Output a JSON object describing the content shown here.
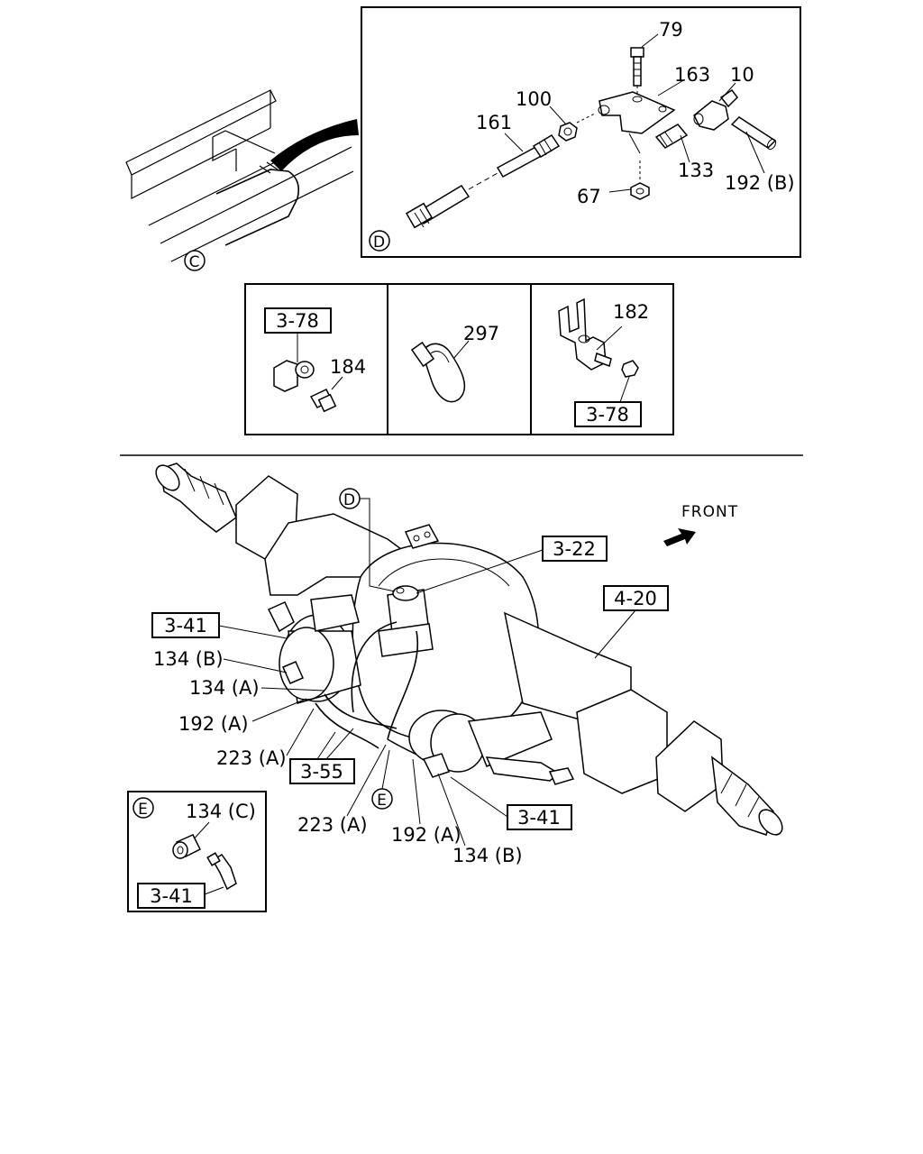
{
  "top_detail": {
    "labels": {
      "p79": "79",
      "p163": "163",
      "p10": "10",
      "p100": "100",
      "p161": "161",
      "p133": "133",
      "p192b": "192 (B)",
      "p67": "67",
      "marker_d": "D"
    }
  },
  "frame_inset": {
    "marker_c": "C"
  },
  "clip_strip": {
    "panel1": {
      "ref": "3-78",
      "part": "184"
    },
    "panel2": {
      "part": "297"
    },
    "panel3": {
      "part": "182",
      "ref": "3-78"
    }
  },
  "main_view": {
    "marker_d": "D",
    "marker_e": "E",
    "front_label": "FRONT",
    "refs": {
      "r322": "3-22",
      "r420": "4-20",
      "r341_left": "3-41",
      "r355": "3-55",
      "r341_right": "3-41"
    },
    "callouts": {
      "c134b_left": "134 (B)",
      "c134a": "134 (A)",
      "c192a_left": "192 (A)",
      "c223a_left": "223 (A)",
      "c223a_bottom": "223 (A)",
      "c192a_bottom": "192 (A)",
      "c134b_bottom": "134 (B)"
    }
  },
  "detail_e": {
    "marker": "E",
    "part": "134 (C)",
    "ref": "3-41"
  }
}
